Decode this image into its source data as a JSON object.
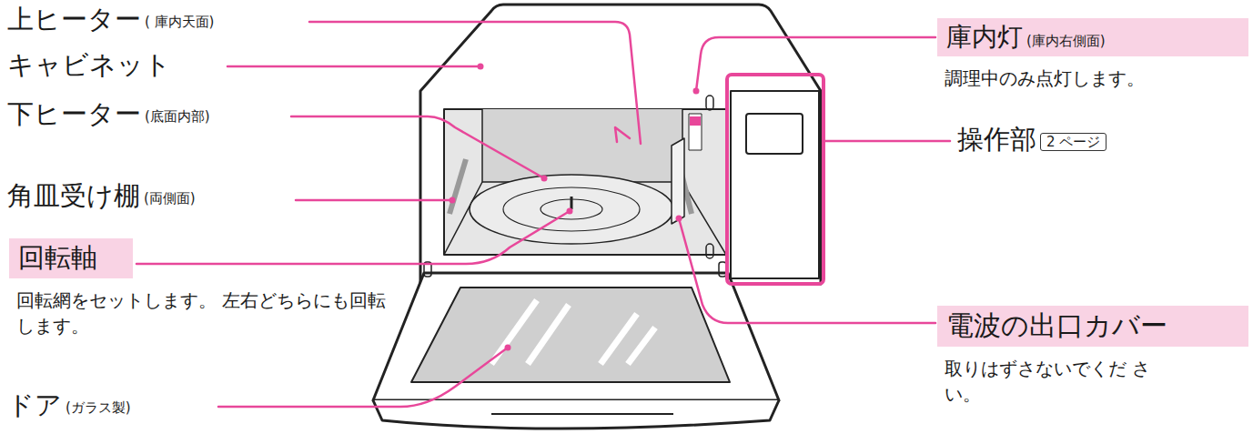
{
  "diagram": {
    "nodes": [
      {
        "text": [
          "回転軸",
          "回転網をセットします。 左右どちらにも回転します。"
        ]
      },
      {
        "text": [
          "庫内灯",
          "(庫内右側面)",
          "調理中のみ点灯します。"
        ]
      },
      {
        "text": [
          "電波の出口カバー",
          "取りはずさないでくだ さい。"
        ]
      }
    ],
    "labels": [
      "上ヒーター",
      "( 庫内天面)",
      "キャビネット",
      "下ヒーター",
      "(底面内部)",
      "角皿受け棚",
      "(両側面)",
      "操作部",
      "2 ページ",
      "ドア",
      "(ガラス製)"
    ]
  }
}
